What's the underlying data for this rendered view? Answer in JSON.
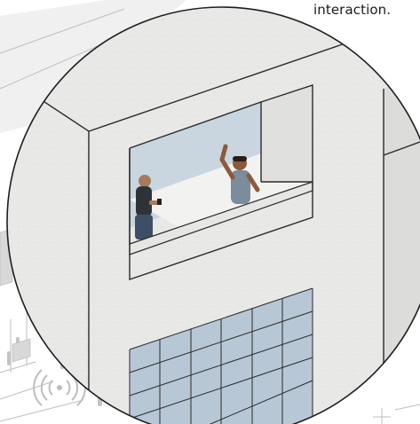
{
  "caption": {
    "text": "interaction."
  },
  "colors": {
    "paper": "#ffffff",
    "concrete": "#e8e8e6",
    "concrete_shade": "#dadad8",
    "line": "#2a2a2a",
    "sky": "#c9d6e0",
    "glass": "#b7c7d6",
    "sketch_line": "#bdbdbd"
  },
  "scene": {
    "people": [
      {
        "name": "standing-man-with-phone"
      },
      {
        "name": "waving-man"
      }
    ],
    "icons": [
      "wifi-signal-icon"
    ]
  }
}
